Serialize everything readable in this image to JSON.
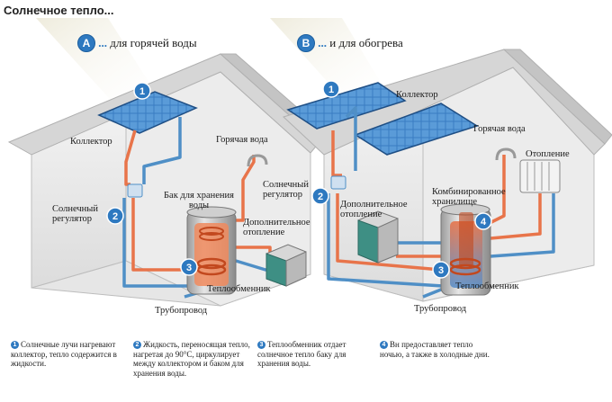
{
  "title": "Солнечное тепло...",
  "section_a": {
    "badge": "A",
    "dots": "...",
    "text": " для горячей воды"
  },
  "section_b": {
    "badge": "B",
    "dots": "...",
    "text": " и для обогрева"
  },
  "labels_a": {
    "collector": "Коллектор",
    "hot_water": "Горячая вода",
    "solar_regulator": "Солнечный\nрегулятор",
    "storage_tank": "Бак для хранения\nводы",
    "solar_regulator_2": "Солнечный\nрегулятор",
    "extra_heating": "Дополнительное\nотопление",
    "heat_exchanger": "Теплообменник",
    "pipeline": "Трубопровод"
  },
  "labels_b": {
    "collector": "Коллектор",
    "hot_water": "Горячая вода",
    "heating": "Отопление",
    "extra_heating": "Дополнительное\nотопление",
    "combined_storage": "Комбинированное\nхранилище",
    "heat_exchanger": "Теплообменник",
    "pipeline": "Трубопровод"
  },
  "badges": [
    "1",
    "2",
    "3",
    "4"
  ],
  "captions": [
    {
      "num": "1",
      "text": "Солнечные лучи нагревают коллектор, тепло содержится в жидкости."
    },
    {
      "num": "2",
      "text": "Жидкость, переносящая тепло, нагретая до 90°С, циркулирует между коллектором и баком для хранения воды."
    },
    {
      "num": "3",
      "text": "Теплообменник отдает солнечное тепло баку для хранения воды."
    },
    {
      "num": "4",
      "text": "Вн предоставляет тепло ночью, а также в холодные дни."
    }
  ],
  "colors": {
    "hot_pipe": "#e8744a",
    "cold_pipe": "#4f8fc6",
    "badge": "#2e79c0",
    "panel": "#2f6fb6"
  }
}
